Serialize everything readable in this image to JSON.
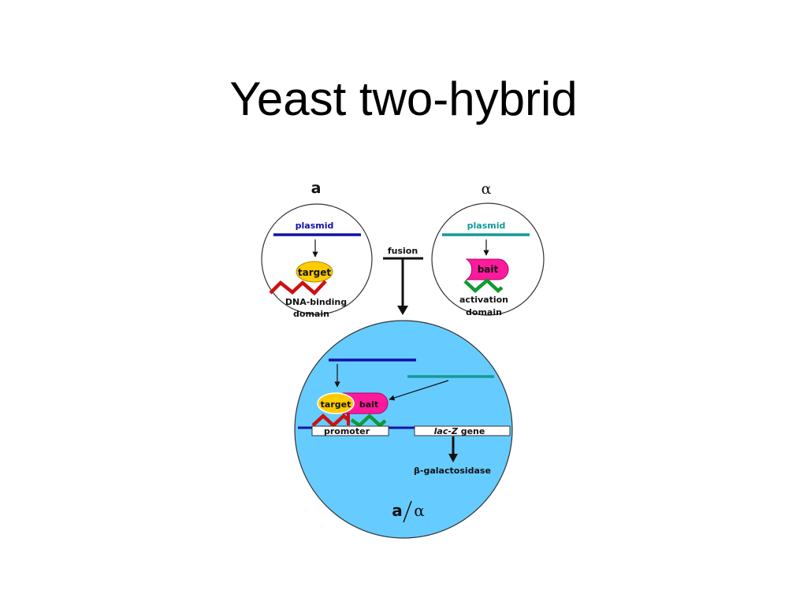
{
  "title": "Yeast two-hybrid",
  "colors": {
    "cell_fill": "#66ccff",
    "plasmid_a": "#1111aa",
    "plasmid_alpha": "#129a9a",
    "target_fill": "#ffcc00",
    "bait_fill": "#ff1a9c",
    "dna_binding_domain": "#cc1111",
    "activation_domain": "#119933"
  },
  "cell_a": {
    "heading": "a",
    "plasmid_label": "plasmid",
    "protein_label": "target",
    "domain_line1": "DNA-binding",
    "domain_line2": "domain"
  },
  "cell_alpha": {
    "heading": "α",
    "plasmid_label": "plasmid",
    "protein_label": "bait",
    "domain_line1": "activation",
    "domain_line2": "domain"
  },
  "fusion_label": "fusion",
  "diploid": {
    "target_label": "target",
    "bait_label": "bait",
    "promoter_label": "promoter",
    "gene_italic": "lac-Z",
    "gene_suffix": " gene",
    "product_label": "β-galactosidase",
    "cell_label_a": "a",
    "cell_label_alpha": "α"
  }
}
